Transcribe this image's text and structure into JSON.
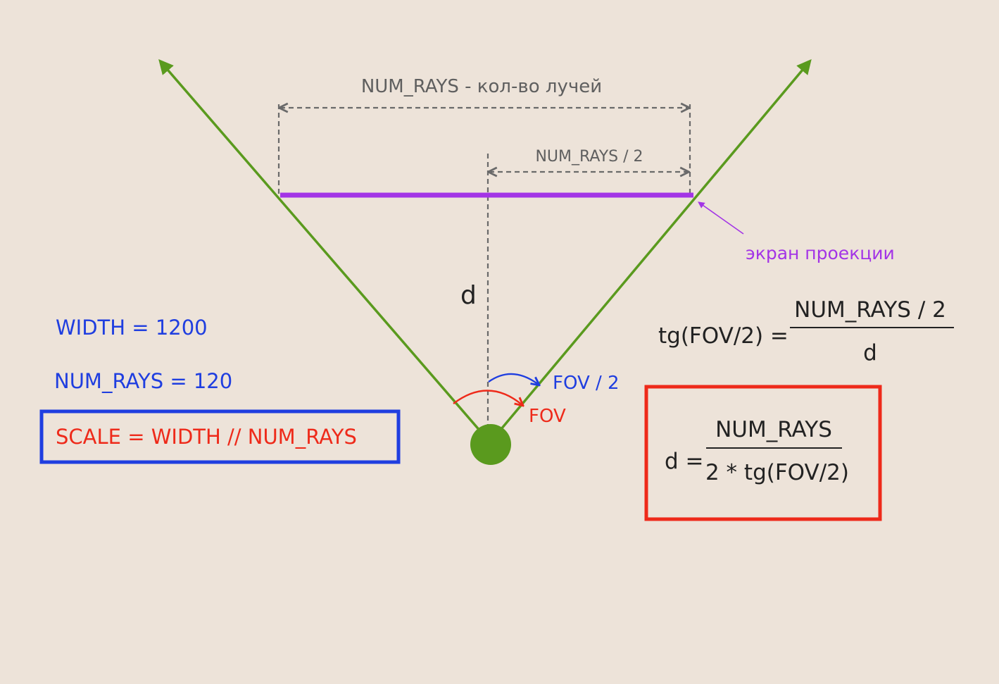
{
  "labels": {
    "num_rays_total": "NUM_RAYS - кол-во лучей",
    "num_rays_half": "NUM_RAYS / 2",
    "screen": "экран проекции",
    "d": "d",
    "fov_half": "FOV / 2",
    "fov": "FOV"
  },
  "constants": {
    "width": "WIDTH = 1200",
    "num_rays": "NUM_RAYS = 120",
    "scale": "SCALE = WIDTH // NUM_RAYS"
  },
  "formula_tan": {
    "lhs": "tg(FOV/2) =",
    "numerator": "NUM_RAYS / 2",
    "denominator": "d"
  },
  "formula_d": {
    "lhs": "d =",
    "numerator": "NUM_RAYS",
    "denominator": "2 * tg(FOV/2)"
  },
  "colors": {
    "background": "#ede3d9",
    "ray": "#5a9a1e",
    "screen": "#a334e6",
    "dims": "#6a6a6a",
    "blue": "#1f3ee0",
    "red": "#ee2a1a",
    "black": "#222222"
  }
}
